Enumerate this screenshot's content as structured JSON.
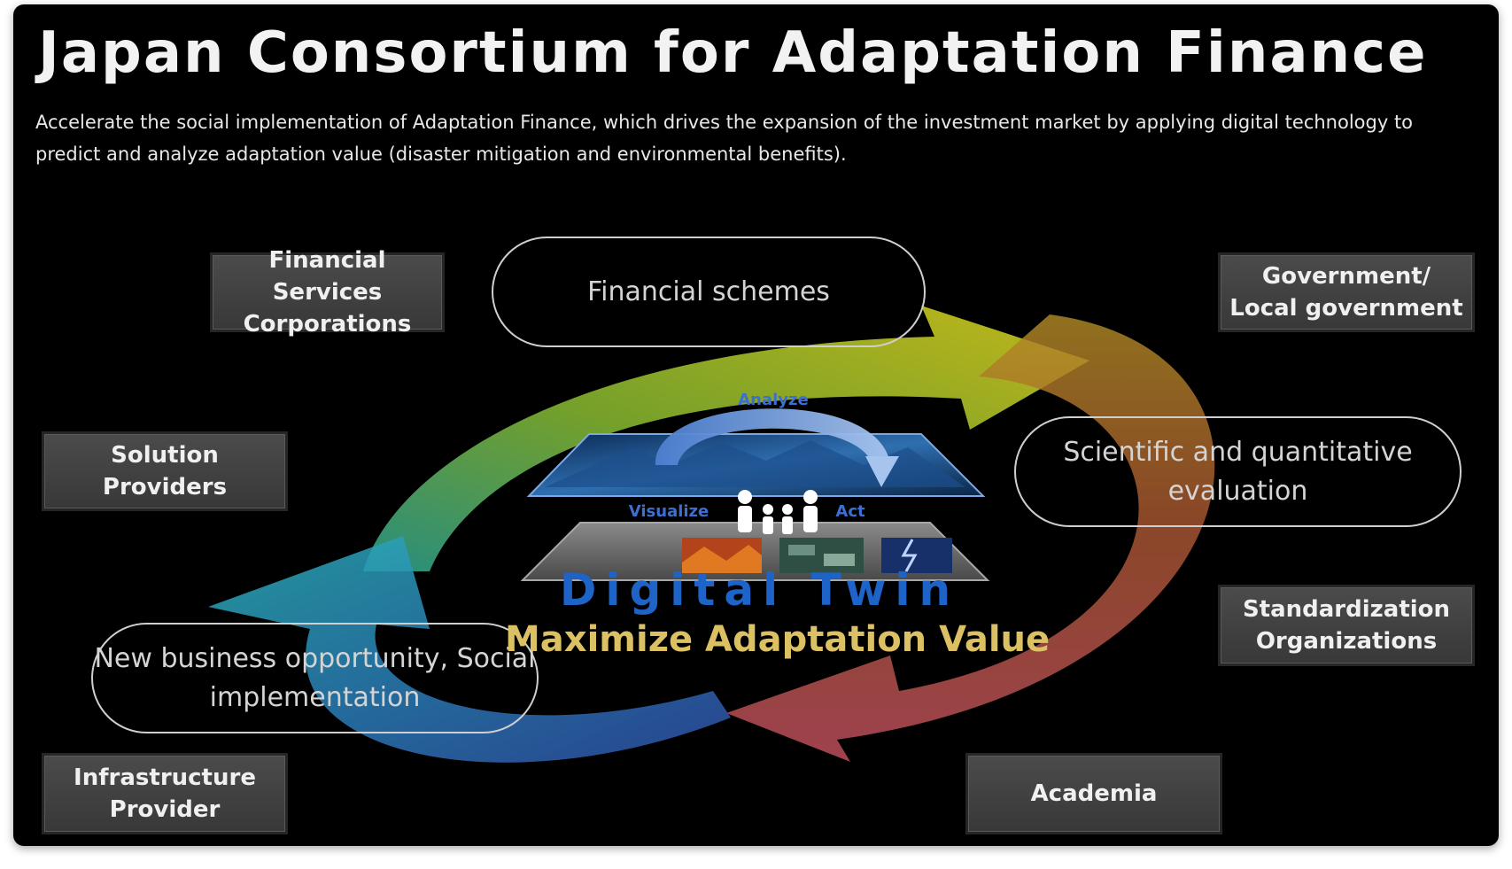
{
  "header": {
    "title": "Japan Consortium for Adaptation Finance",
    "subtitle": "Accelerate the social implementation of Adaptation Finance, which drives the expansion of the investment market by applying digital technology to predict and analyze adaptation value (disaster mitigation and environmental benefits)."
  },
  "stakeholders": {
    "financial_services": "Financial Services Corporations",
    "government": "Government/ Local government",
    "solution_providers": "Solution Providers",
    "standardization": "Standardization Organizations",
    "infrastructure": "Infrastructure Provider",
    "academia": "Academia"
  },
  "cycle": {
    "financial_schemes": "Financial schemes",
    "scientific_evaluation": "Scientific and quantitative evaluation",
    "new_business": "New business opportunity, Social implementation"
  },
  "center": {
    "analyze": "Analyze",
    "visualize": "Visualize",
    "act": "Act",
    "digital_twin": "Digital Twin",
    "maximize": "Maximize Adaptation Value"
  },
  "colors": {
    "background": "#000000",
    "stakeholder_box": "#404040",
    "arrow_yellow": "#c9c41a",
    "arrow_orange": "#b56b2c",
    "arrow_red": "#c25060",
    "arrow_blue": "#2f5bb3",
    "arrow_cyan": "#2aa8b8",
    "arrow_green": "#7fae2e",
    "digital_twin_blue": "#1e63c8",
    "maximize_gold": "#dcc064"
  },
  "icons": [
    "circular-arrow-icon",
    "digital-twin-layer-icon",
    "people-icon",
    "scene-photo-icon"
  ]
}
